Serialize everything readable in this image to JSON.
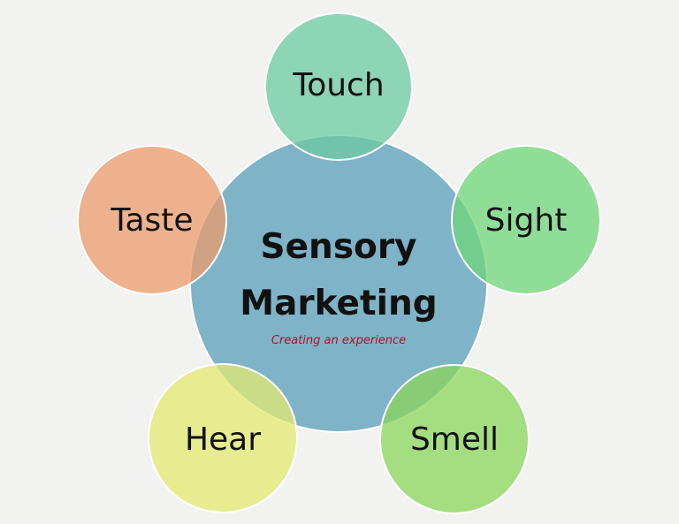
{
  "center": {
    "title_line1": "Sensory",
    "title_line2": "Marketing",
    "subtitle": "Creating an experience",
    "fill": "#7fb3c7",
    "subtitle_color": "#b01020"
  },
  "senses": [
    {
      "key": "touch",
      "label": "Touch",
      "fill": "#6cc9a2"
    },
    {
      "key": "sight",
      "label": "Sight",
      "fill": "#6fd67a"
    },
    {
      "key": "smell",
      "label": "Smell",
      "fill": "#8bd65b"
    },
    {
      "key": "hear",
      "label": "Hear",
      "fill": "#e3ea6f"
    },
    {
      "key": "taste",
      "label": "Taste",
      "fill": "#eb9b6b"
    }
  ],
  "background": "#f2f2f1"
}
